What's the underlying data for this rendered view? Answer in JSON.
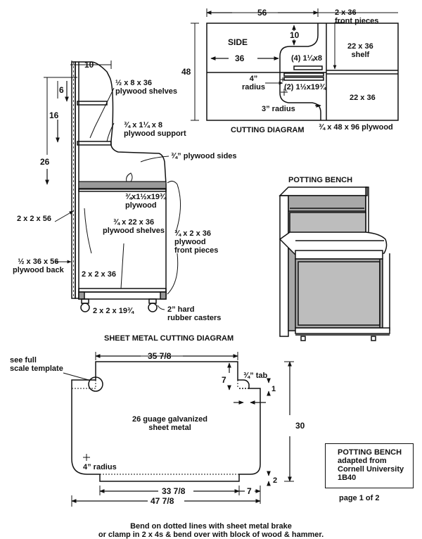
{
  "cutting_diagram": {
    "title": "CUTTING DIAGRAM",
    "material": "¾ x 48 x 96 plywood",
    "width": "56",
    "height": "48",
    "side_label": "SIDE",
    "dim_36": "36",
    "dim_10": "10",
    "front_pieces": "2 x 36\nfront pieces",
    "shelf": "22 x 36\nshelf",
    "piece_22x36": "22 x 36",
    "support_pieces": "(4) 1¼x8",
    "shelf_strips": "(2) 1½x19¾",
    "radius_4": "4”\nradius",
    "radius_3": "3” radius"
  },
  "side_view": {
    "dim_10": "10",
    "dim_6": "6",
    "dim_16": "16",
    "dim_26": "26",
    "plywood_shelves": "½ x 8 x 36\nplywood shelves",
    "plywood_support": "¾ x 1¼ x 8\nplywood support",
    "plywood_sides": "¾” plywood sides",
    "strip": "¾x1½x19¾\nplywood",
    "lower_shelves": "¾ x 22 x 36\nplywood shelves",
    "front_pieces": "¾ x 2 x 36\nplywood\nfront pieces",
    "post": "2 x 2 x 56",
    "back": "½ x 36 x 56\nplywood back",
    "rail": "2 x 2 x 36",
    "base": "2 x 2 x 19¾",
    "casters": "2” hard\nrubber casters"
  },
  "potting_bench_label": "POTTING BENCH",
  "sheet_metal": {
    "title": "SHEET METAL CUTTING DIAGRAM",
    "template_note": "see full\nscale template",
    "top_width": "35 7/8",
    "dim_7_left": "7",
    "tab": "¾” tab",
    "dim_1": "1",
    "material": "26 guage galvanized\nsheet metal",
    "height": "30",
    "radius": "4” radius",
    "bottom_inner": "33 7/8",
    "dim_7_right": "7",
    "dim_2": "2",
    "bottom_width": "47 7/8",
    "instructions": "Bend on dotted lines with sheet metal brake\nor clamp in 2 x 4s & bend over with block of wood & hammer."
  },
  "title_block": {
    "title": "POTTING BENCH",
    "line1": "adapted from",
    "line2": "Cornell University",
    "line3": "1B40"
  },
  "page_label": "page 1 of 2"
}
